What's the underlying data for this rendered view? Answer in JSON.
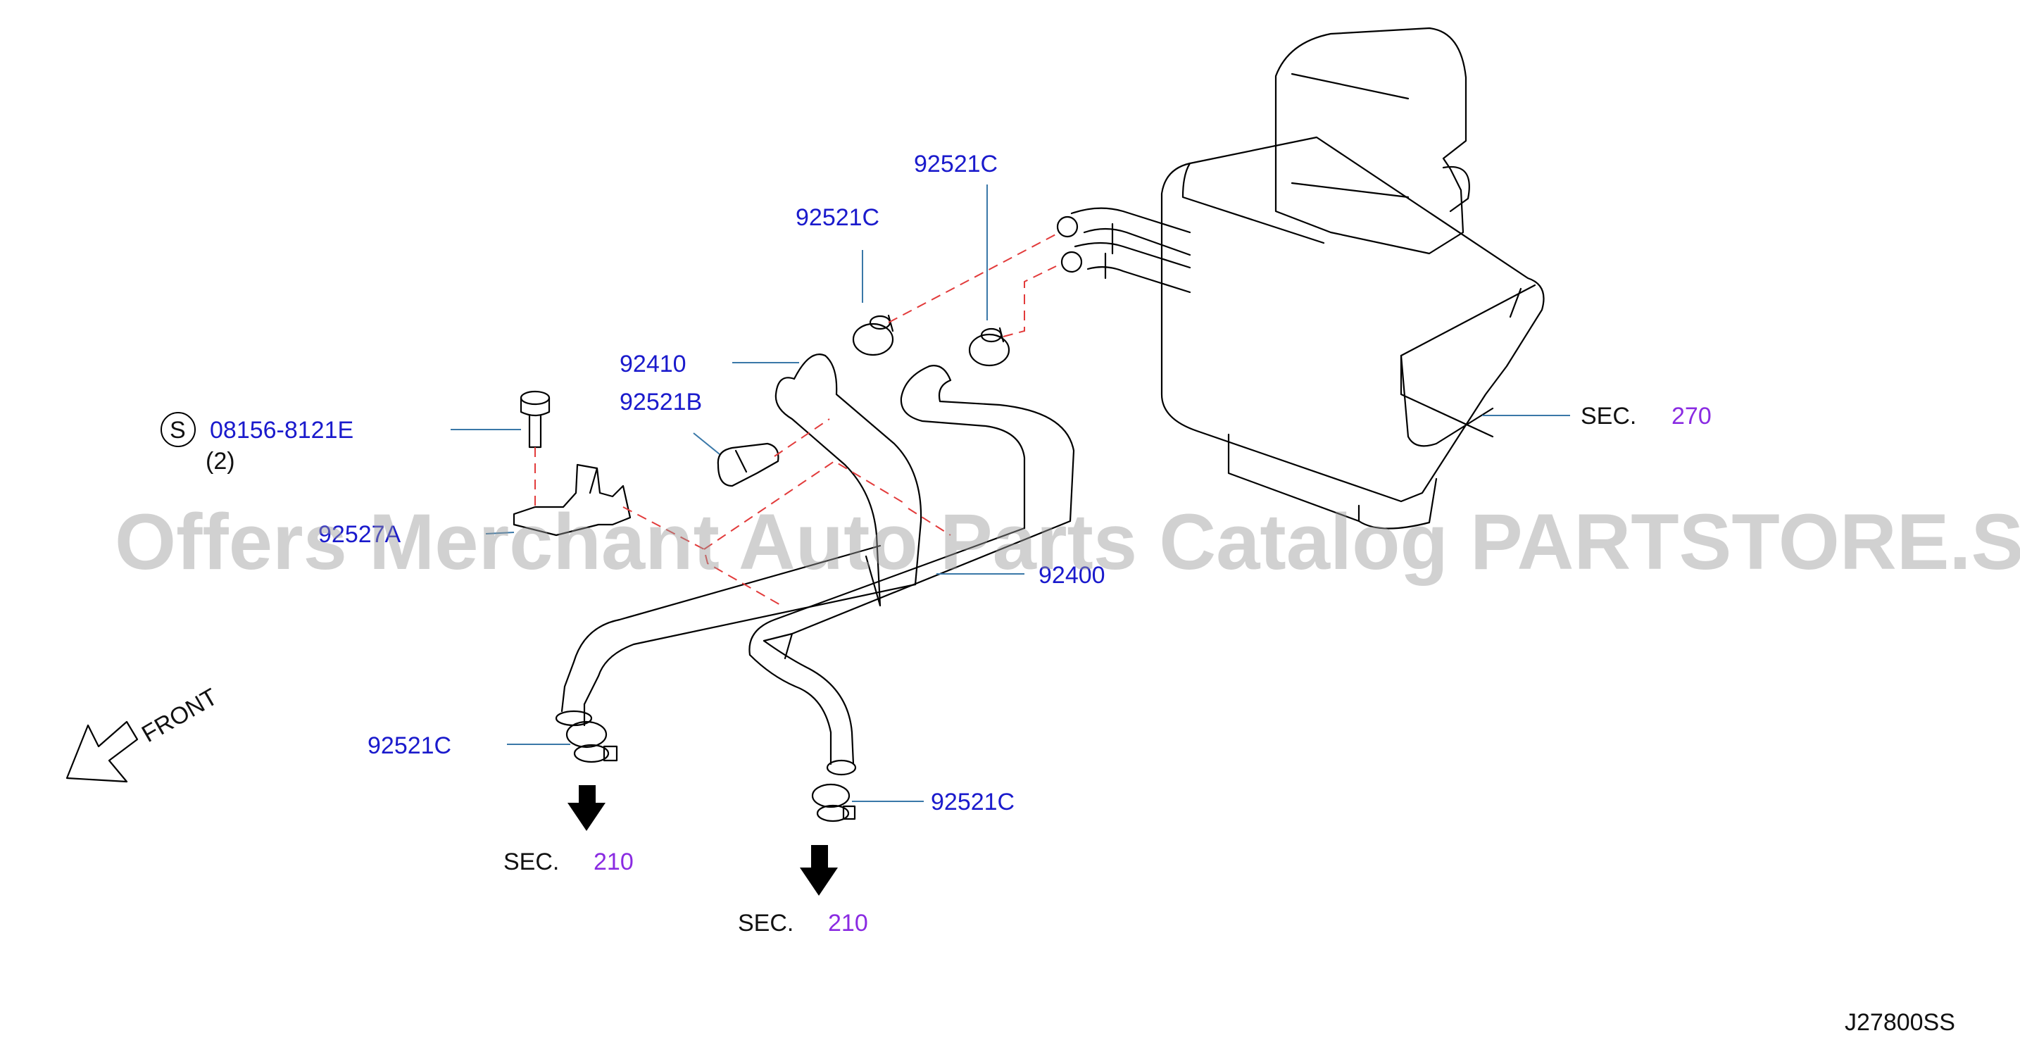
{
  "labels": {
    "clip_upper_left": "92521C",
    "clip_upper_right": "92521C",
    "hose_92410": "92410",
    "clip_92521B": "92521B",
    "bolt_part": "08156-8121E",
    "bolt_symbol": "S",
    "bolt_qty": "(2)",
    "bracket_part": "92527A",
    "hose_92400": "92400",
    "clip_lower_left": "92521C",
    "clip_lower_right": "92521C"
  },
  "sections": {
    "heater": {
      "prefix": "SEC.",
      "number": "270"
    },
    "engine_left": {
      "prefix": "SEC.",
      "number": "210"
    },
    "engine_right": {
      "prefix": "SEC.",
      "number": "210"
    }
  },
  "front_label": "FRONT",
  "diagram_code": "J27800SS",
  "watermark": "Offers Merchant Auto Parts Catalog PARTSTORE.SA",
  "colors": {
    "part_label": "#1a1acc",
    "section_number": "#8a2be2",
    "leader_line": "#3a78a8",
    "dashed_line": "#e23b3b"
  }
}
